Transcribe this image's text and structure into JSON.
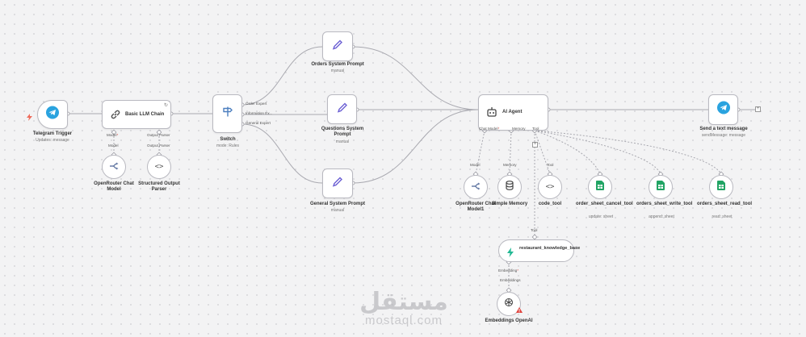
{
  "nodes": {
    "telegram_trigger": {
      "title": "Telegram Trigger",
      "subtitle": "Updates: message"
    },
    "basic_llm_chain": {
      "title": "Basic LLM Chain",
      "port_model": "Model",
      "port_output_parser": "Output Parser"
    },
    "openrouter_chat_model_1": {
      "title": "OpenRouter Chat Model",
      "port": "Model"
    },
    "structured_output_parser": {
      "title": "Structured Output Parser",
      "port": "Output Parser"
    },
    "switch": {
      "title": "Switch",
      "subtitle": "mode: Rules",
      "outputs": [
        "Order Expert",
        "Information Ex...",
        "General Expert"
      ]
    },
    "orders_prompt": {
      "title": "Orders System Prompt",
      "subtitle": "manual"
    },
    "questions_prompt": {
      "title": "Questions System Prompt",
      "subtitle": "manual"
    },
    "general_prompt": {
      "title": "General System Prompt",
      "subtitle": "manual"
    },
    "ai_agent": {
      "title": "AI Agent",
      "port_chat_model": "Chat Model",
      "port_memory": "Memory",
      "port_tool": "Tool"
    },
    "send_text": {
      "title": "Send a text message",
      "subtitle": "sendMessage: message"
    },
    "openrouter_chat_model_2": {
      "title": "OpenRouter Chat Model1",
      "port": "Model"
    },
    "simple_memory": {
      "title": "Simple Memory",
      "port": "Memory"
    },
    "code_tool": {
      "title": "code_tool",
      "port": "Tool"
    },
    "order_sheet_cancel_tool": {
      "title": "order_sheet_cancel_tool",
      "subtitle": "update: sheet"
    },
    "orders_sheet_write_tool": {
      "title": "orders_sheet_write_tool",
      "subtitle": "append: sheet"
    },
    "orders_sheet_read_tool": {
      "title": "orders_sheet_read_tool",
      "subtitle": "read: sheet"
    },
    "restaurant_knowledge_base": {
      "title": "restaurant_knowledge_base",
      "port_tool": "Tool",
      "port_embedding": "Embedding",
      "port_embeddings": "Embeddings"
    },
    "embeddings_openai": {
      "title": "Embeddings OpenAI"
    }
  },
  "watermark": {
    "arabic": "مستقل",
    "latin": "mostaql.com"
  },
  "colors": {
    "accent_purple": "#6b5fd3",
    "telegram": "#2aa3df",
    "sheets": "#21a464",
    "edge": "#a9a9b0",
    "danger": "#e0413b"
  }
}
